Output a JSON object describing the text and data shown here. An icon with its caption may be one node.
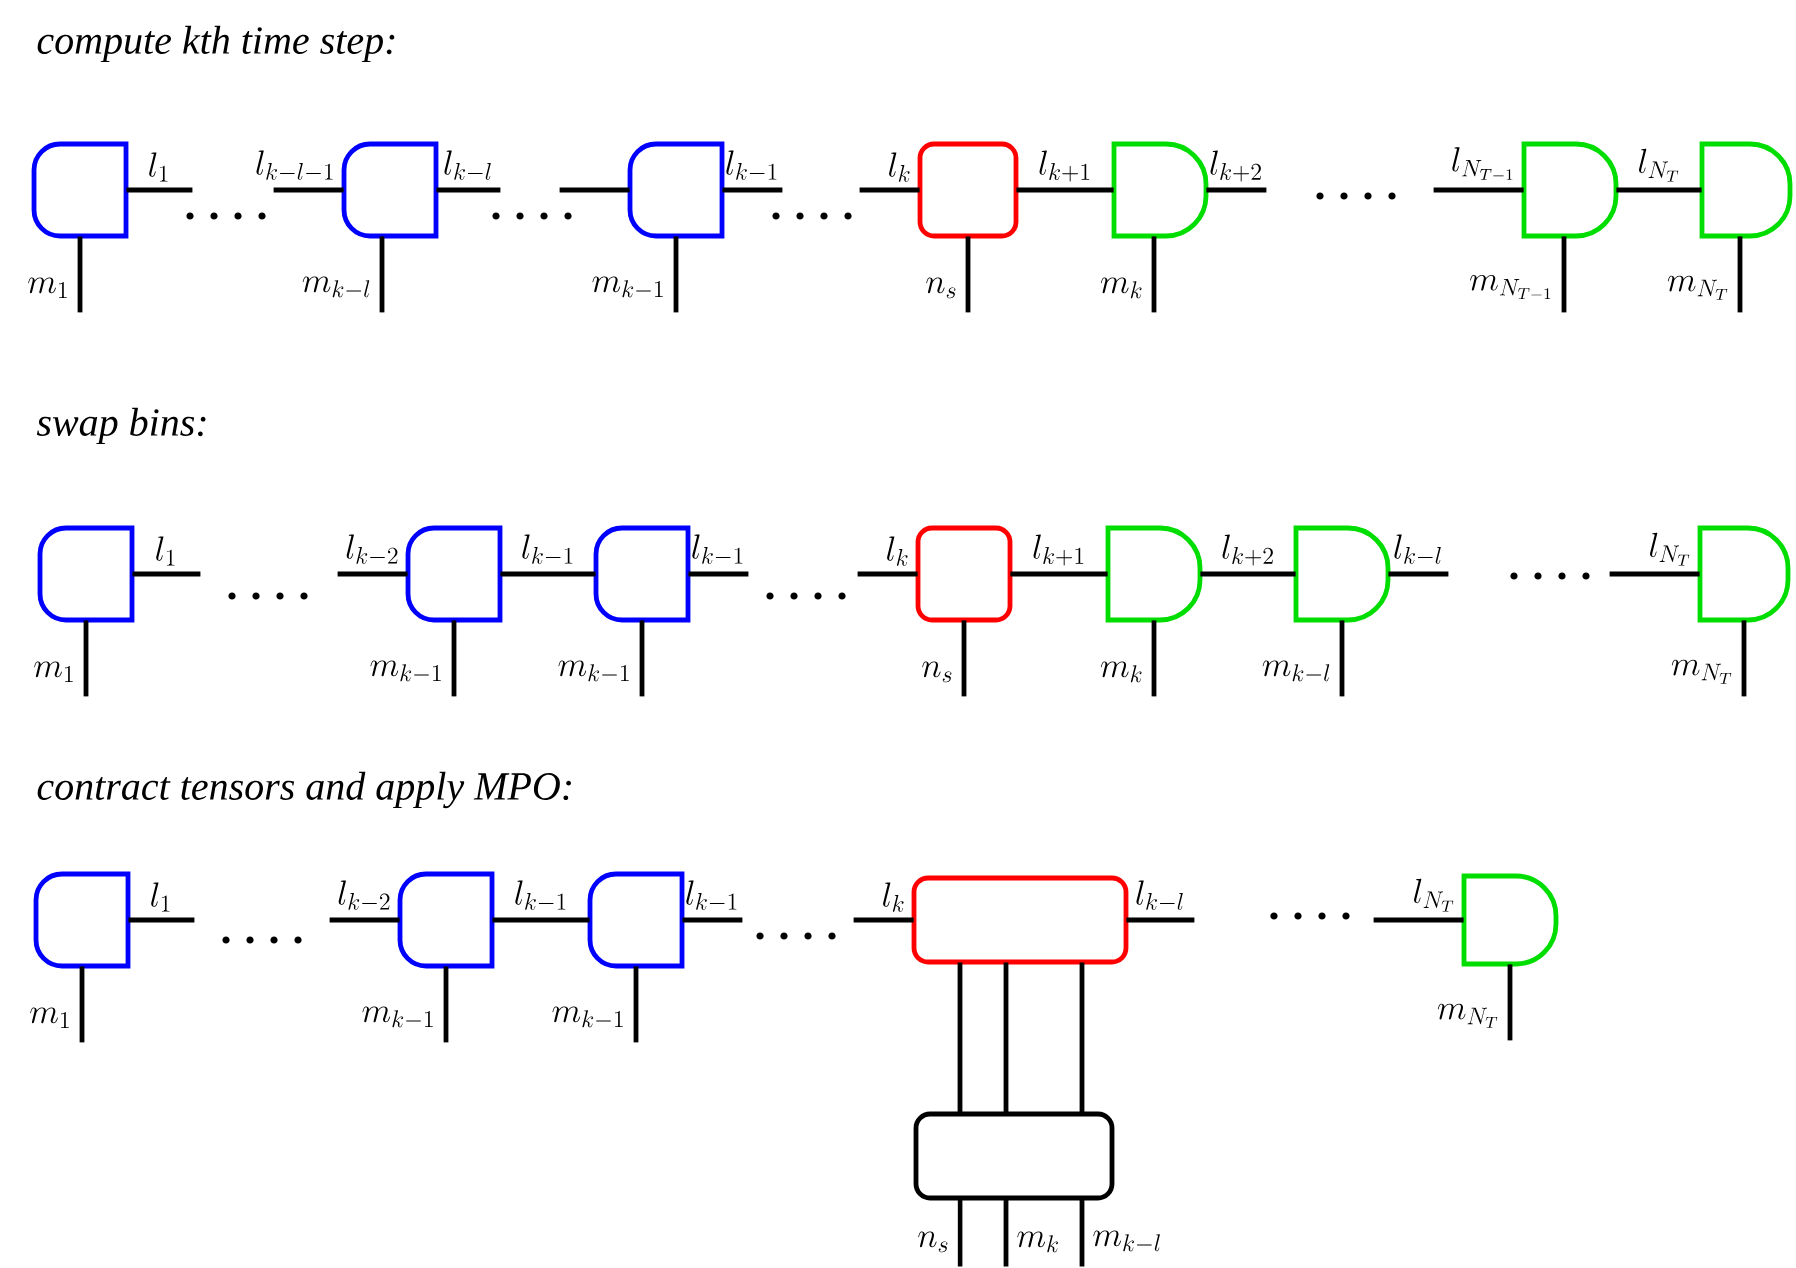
{
  "diagram": {
    "nodes": [
      {
        "text": [],
        "shape": "semicircle"
      },
      {
        "text": [],
        "shape": "semicircle"
      },
      {
        "text": [],
        "shape": "semicircle"
      },
      {
        "text": [],
        "shape": "box"
      },
      {
        "text": [],
        "shape": "semicircle"
      },
      {
        "text": [],
        "shape": "semicircle"
      },
      {
        "text": [],
        "shape": "semicircle"
      },
      {
        "text": [],
        "shape": "semicircle"
      },
      {
        "text": [],
        "shape": "semicircle"
      },
      {
        "text": [],
        "shape": "semicircle"
      },
      {
        "text": [],
        "shape": "box"
      },
      {
        "text": [],
        "shape": "semicircle"
      },
      {
        "text": [],
        "shape": "semicircle"
      },
      {
        "text": [],
        "shape": "semicircle"
      },
      {
        "text": [],
        "shape": "semicircle"
      },
      {
        "text": [],
        "shape": "semicircle"
      },
      {
        "text": [],
        "shape": "semicircle"
      },
      {
        "text": [],
        "shape": "box"
      },
      {
        "text": [],
        "shape": "semicircle"
      },
      {
        "text": [],
        "shape": "box"
      }
    ],
    "edges": [
      {
        "from": 0,
        "to": null,
        "arrow": "none",
        "label": "l_1"
      },
      {
        "from": 1,
        "to": null,
        "arrow": "none",
        "label": "l_{k-l-1}"
      },
      {
        "from": 1,
        "to": null,
        "arrow": "none",
        "label": "l_{k-l}"
      },
      {
        "from": 2,
        "to": null,
        "arrow": "none"
      },
      {
        "from": 2,
        "to": null,
        "arrow": "none",
        "label": "l_{k-1}"
      },
      {
        "from": 3,
        "to": null,
        "arrow": "none",
        "label": "l_k"
      },
      {
        "from": 3,
        "to": 4,
        "arrow": "none",
        "label": "l_{k+1}"
      },
      {
        "from": 4,
        "to": null,
        "arrow": "none",
        "label": "l_{k+2}"
      },
      {
        "from": 5,
        "to": null,
        "arrow": "none",
        "label": "l_{N_{T-1}}"
      },
      {
        "from": 5,
        "to": 6,
        "arrow": "none",
        "label": "l_{N_T}"
      },
      {
        "from": 0,
        "to": null,
        "arrow": "none",
        "label": "m_1"
      },
      {
        "from": 1,
        "to": null,
        "arrow": "none",
        "label": "m_{k-l}"
      },
      {
        "from": 2,
        "to": null,
        "arrow": "none",
        "label": "m_{k-1}"
      },
      {
        "from": 3,
        "to": null,
        "arrow": "none",
        "label": "n_s"
      },
      {
        "from": 4,
        "to": null,
        "arrow": "none",
        "label": "m_k"
      },
      {
        "from": 5,
        "to": null,
        "arrow": "none",
        "label": "m_{N_{T-1}}"
      },
      {
        "from": 6,
        "to": null,
        "arrow": "none",
        "label": "m_{N_T}"
      },
      {
        "from": 7,
        "to": null,
        "arrow": "none",
        "label": "l_1"
      },
      {
        "from": 8,
        "to": null,
        "arrow": "none",
        "label": "l_{k-2}"
      },
      {
        "from": 8,
        "to": 9,
        "arrow": "none",
        "label": "l_{k-1}"
      },
      {
        "from": 9,
        "to": null,
        "arrow": "none",
        "label": "l_{k-1}"
      },
      {
        "from": 10,
        "to": null,
        "arrow": "none",
        "label": "l_k"
      },
      {
        "from": 10,
        "to": 11,
        "arrow": "none",
        "label": "l_{k+1}"
      },
      {
        "from": 11,
        "to": 12,
        "arrow": "none",
        "label": "l_{k+2}"
      },
      {
        "from": 12,
        "to": null,
        "arrow": "none",
        "label": "l_{k-l}"
      },
      {
        "from": 13,
        "to": null,
        "arrow": "none",
        "label": "l_{N_T}"
      },
      {
        "from": 7,
        "to": null,
        "arrow": "none",
        "label": "m_1"
      },
      {
        "from": 8,
        "to": null,
        "arrow": "none",
        "label": "m_{k-1}"
      },
      {
        "from": 9,
        "to": null,
        "arrow": "none",
        "label": "m_{k-1}"
      },
      {
        "from": 10,
        "to": null,
        "arrow": "none",
        "label": "n_s"
      },
      {
        "from": 11,
        "to": null,
        "arrow": "none",
        "label": "m_k"
      },
      {
        "from": 12,
        "to": null,
        "arrow": "none",
        "label": "m_{k-l}"
      },
      {
        "from": 13,
        "to": null,
        "arrow": "none",
        "label": "m_{N_T}"
      },
      {
        "from": 14,
        "to": null,
        "arrow": "none",
        "label": "l_1"
      },
      {
        "from": 15,
        "to": null,
        "arrow": "none",
        "label": "l_{k-2}"
      },
      {
        "from": 15,
        "to": 16,
        "arrow": "none",
        "label": "l_{k-1}"
      },
      {
        "from": 16,
        "to": null,
        "arrow": "none",
        "label": "l_{k-1}"
      },
      {
        "from": 17,
        "to": null,
        "arrow": "none",
        "label": "l_k"
      },
      {
        "from": 17,
        "to": null,
        "arrow": "none",
        "label": "l_{k-l}"
      },
      {
        "from": 18,
        "to": null,
        "arrow": "none",
        "label": "l_{N_T}"
      },
      {
        "from": 14,
        "to": null,
        "arrow": "none",
        "label": "m_1"
      },
      {
        "from": 15,
        "to": null,
        "arrow": "none",
        "label": "m_{k-1}"
      },
      {
        "from": 16,
        "to": null,
        "arrow": "none",
        "label": "m_{k-1}"
      },
      {
        "from": 18,
        "to": null,
        "arrow": "none",
        "label": "m_{N_T}"
      },
      {
        "from": 17,
        "to": 19,
        "arrow": "none"
      },
      {
        "from": 17,
        "to": 19,
        "arrow": "none"
      },
      {
        "from": 17,
        "to": 19,
        "arrow": "none"
      },
      {
        "from": 19,
        "to": null,
        "arrow": "none",
        "label": "n_s"
      },
      {
        "from": 19,
        "to": null,
        "arrow": "none",
        "label": "m_k"
      },
      {
        "from": 19,
        "to": null,
        "arrow": "none",
        "label": "m_{k-l}"
      }
    ],
    "labels": [
      "compute kth time step:",
      "swap bins:",
      "contract tensors and apply MPO:"
    ]
  }
}
